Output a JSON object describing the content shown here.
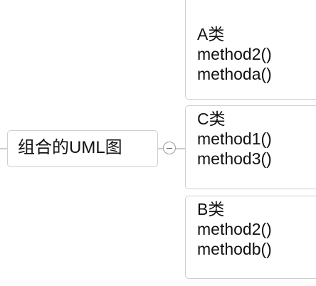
{
  "root": {
    "label": "组合的UML图",
    "collapse_icon": "minus-circle-icon"
  },
  "children": [
    {
      "title": "A类",
      "methods": [
        "method2()",
        "methoda()"
      ]
    },
    {
      "title": "C类",
      "methods": [
        "method1()",
        "method3()"
      ]
    },
    {
      "title": "B类",
      "methods": [
        "method2()",
        "methodb()"
      ]
    }
  ],
  "colors": {
    "border": "#cfcfcf",
    "connector": "#9a9a9a",
    "text": "#111111"
  }
}
